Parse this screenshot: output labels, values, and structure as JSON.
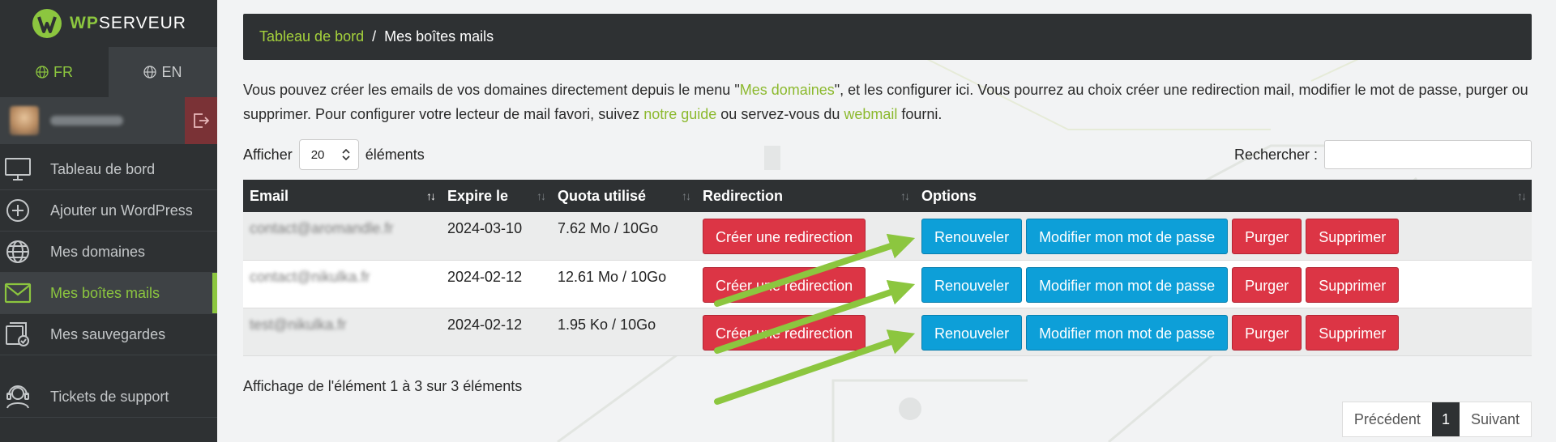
{
  "brand": {
    "prefix": "WP",
    "suffix": "SERVEUR"
  },
  "colors": {
    "sidebar_bg": "#2e3133",
    "accent_green": "#8cc63f",
    "danger": "#dc3545",
    "info": "#0d9fd8"
  },
  "languages": [
    {
      "code": "FR",
      "active": true
    },
    {
      "code": "EN",
      "active": false
    }
  ],
  "sidebar": {
    "items": [
      {
        "label": "Tableau de bord",
        "icon": "monitor-icon"
      },
      {
        "label": "Ajouter un WordPress",
        "icon": "plus-circle-icon"
      },
      {
        "label": "Mes domaines",
        "icon": "globe-icon"
      },
      {
        "label": "Mes boîtes mails",
        "icon": "mail-icon",
        "active": true
      },
      {
        "label": "Mes sauvegardes",
        "icon": "backup-icon"
      },
      {
        "label": "Tickets de support",
        "icon": "headset-icon"
      }
    ]
  },
  "breadcrumb": {
    "home": "Tableau de bord",
    "separator": "/",
    "current": "Mes boîtes mails"
  },
  "intro": {
    "t1": "Vous pouvez créer les emails de vos domaines directement depuis le menu \"",
    "link1": "Mes domaines",
    "t2": "\", et les configurer ici. Vous pourrez au choix créer une redirection mail, modifier le mot de passe, purger ou supprimer. Pour configurer votre lecteur de mail favori, suivez ",
    "link2": "notre guide",
    "t3": " ou servez-vous du ",
    "link3": "webmail",
    "t4": " fourni."
  },
  "controls": {
    "show_label": "Afficher",
    "page_size": "20",
    "elements_label": "éléments",
    "search_label": "Rechercher :"
  },
  "table": {
    "headers": [
      "Email",
      "Expire le",
      "Quota utilisé",
      "Redirection",
      "Options"
    ],
    "rows": [
      {
        "email": "contact@aromandle.fr",
        "expires": "2024-03-10",
        "quota": "7.62 Mo / 10Go"
      },
      {
        "email": "contact@nikulka.fr",
        "expires": "2024-02-12",
        "quota": "12.61 Mo / 10Go"
      },
      {
        "email": "test@nikulka.fr",
        "expires": "2024-02-12",
        "quota": "1.95 Ko / 10Go"
      }
    ],
    "actions": {
      "redirect": "Créer une redirection",
      "renew": "Renouveler",
      "password": "Modifier mon mot de passe",
      "purge": "Purger",
      "delete": "Supprimer"
    }
  },
  "footer": {
    "info": "Affichage de l'élément 1 à 3 sur 3 éléments",
    "prev": "Précédent",
    "page": "1",
    "next": "Suivant"
  }
}
